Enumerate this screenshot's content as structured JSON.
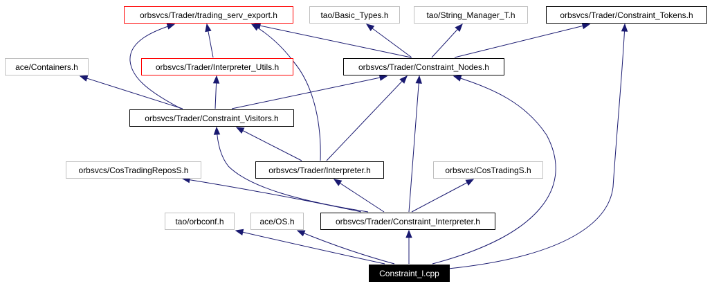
{
  "colors": {
    "edge": "#191970",
    "linked_border": "#000000",
    "plain_border": "#bfbfbf",
    "error_border": "#ff0000",
    "root_fill": "#000000",
    "root_text": "#ffffff"
  },
  "nodes": {
    "trading_serv_export": "orbsvcs/Trader/trading_serv_export.h",
    "basic_types": "tao/Basic_Types.h",
    "string_manager": "tao/String_Manager_T.h",
    "constraint_tokens": "orbsvcs/Trader/Constraint_Tokens.h",
    "containers": "ace/Containers.h",
    "interpreter_utils": "orbsvcs/Trader/Interpreter_Utils.h",
    "constraint_nodes": "orbsvcs/Trader/Constraint_Nodes.h",
    "constraint_visitors": "orbsvcs/Trader/Constraint_Visitors.h",
    "cos_trading_repos": "orbsvcs/CosTradingReposS.h",
    "interpreter": "orbsvcs/Trader/Interpreter.h",
    "cos_trading": "orbsvcs/CosTradingS.h",
    "orbconf": "tao/orbconf.h",
    "ace_os": "ace/OS.h",
    "constraint_interpreter": "orbsvcs/Trader/Constraint_Interpreter.h",
    "constraint_l_cpp": "Constraint_l.cpp"
  },
  "edges": [
    {
      "from": "constraint_l_cpp",
      "to": "orbconf"
    },
    {
      "from": "constraint_l_cpp",
      "to": "ace_os"
    },
    {
      "from": "constraint_l_cpp",
      "to": "constraint_interpreter"
    },
    {
      "from": "constraint_l_cpp",
      "to": "constraint_nodes"
    },
    {
      "from": "constraint_l_cpp",
      "to": "constraint_tokens"
    },
    {
      "from": "constraint_interpreter",
      "to": "cos_trading_repos"
    },
    {
      "from": "constraint_interpreter",
      "to": "interpreter"
    },
    {
      "from": "constraint_interpreter",
      "to": "cos_trading"
    },
    {
      "from": "constraint_interpreter",
      "to": "constraint_nodes"
    },
    {
      "from": "constraint_interpreter",
      "to": "constraint_visitors"
    },
    {
      "from": "interpreter",
      "to": "constraint_visitors"
    },
    {
      "from": "interpreter",
      "to": "constraint_nodes"
    },
    {
      "from": "interpreter",
      "to": "trading_serv_export"
    },
    {
      "from": "constraint_visitors",
      "to": "containers"
    },
    {
      "from": "constraint_visitors",
      "to": "interpreter_utils"
    },
    {
      "from": "constraint_visitors",
      "to": "constraint_nodes"
    },
    {
      "from": "constraint_visitors",
      "to": "trading_serv_export"
    },
    {
      "from": "interpreter_utils",
      "to": "trading_serv_export"
    },
    {
      "from": "constraint_nodes",
      "to": "trading_serv_export"
    },
    {
      "from": "constraint_nodes",
      "to": "basic_types"
    },
    {
      "from": "constraint_nodes",
      "to": "string_manager"
    },
    {
      "from": "constraint_nodes",
      "to": "constraint_tokens"
    }
  ]
}
